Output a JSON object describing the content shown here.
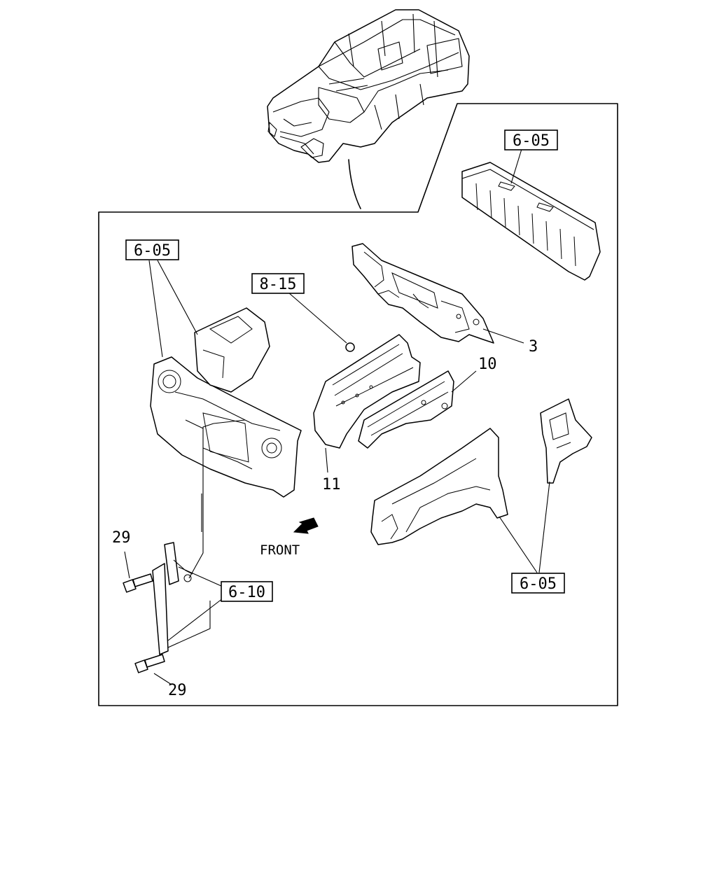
{
  "callouts": {
    "ref_6_05_top": "6-05",
    "ref_6_05_left": "6-05",
    "ref_8_15": "8-15",
    "ref_6_10": "6-10",
    "ref_6_05_bottom": "6-05"
  },
  "parts": {
    "p3": "3",
    "p10": "10",
    "p11": "11",
    "p29_top": "29",
    "p29_bottom": "29"
  },
  "direction": {
    "front_label": "FRONT"
  },
  "icons": {
    "front_arrow": "arrow-down-left-icon"
  }
}
